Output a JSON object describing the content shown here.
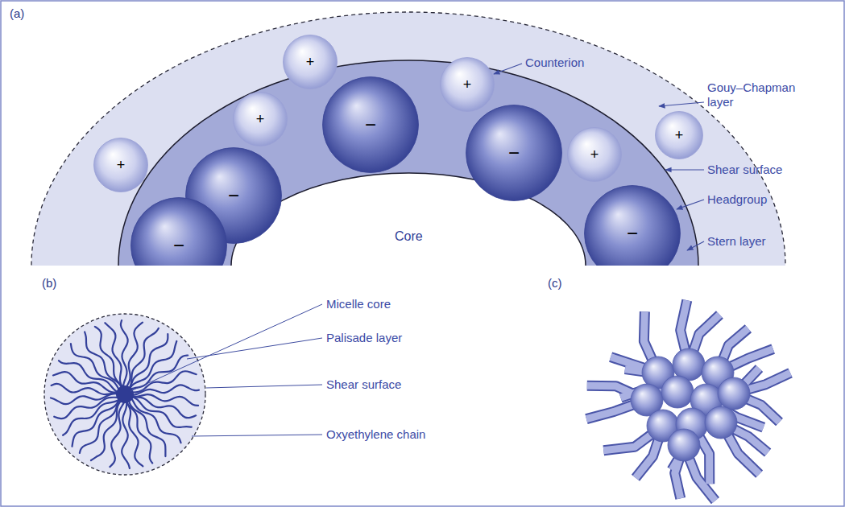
{
  "diagram": {
    "nodes": [
      {
        "text": [
          "Core"
        ]
      },
      {
        "text": [
          "+"
        ]
      },
      {
        "text": [
          "+"
        ]
      },
      {
        "text": [
          "+"
        ]
      },
      {
        "text": [
          "−"
        ]
      },
      {
        "text": [
          "+"
        ]
      },
      {
        "text": [
          "−"
        ]
      },
      {
        "text": [
          "+"
        ]
      },
      {
        "text": [
          "+"
        ]
      },
      {
        "text": [
          "−"
        ]
      },
      {
        "text": [
          "−"
        ]
      },
      {
        "text": [
          "−"
        ]
      }
    ],
    "labels": [
      "(a)",
      "Counterion",
      "Gouy–Chapman layer",
      "Shear surface",
      "Headgroup",
      "Stern layer",
      "(b)",
      "Micelle core",
      "Palisade layer",
      "Shear surface",
      "Oxyethylene chain",
      "(c)"
    ]
  }
}
